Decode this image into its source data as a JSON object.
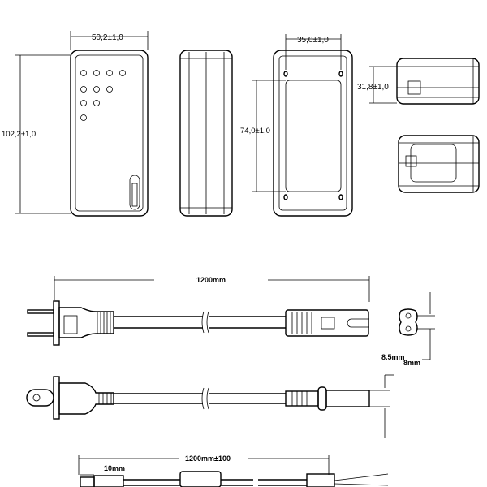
{
  "dimensions": {
    "width_front": "50,2±1,0",
    "height_front": "102,2±1,0",
    "width_back_holes": "35,0±1,0",
    "height_back_label": "74,0±1,0",
    "depth_side": "31,8±1,0",
    "ac_cord_length": "1200mm",
    "ac_connector_width": "8.5mm",
    "ac_connector_thickness": "8mm",
    "dc_cord_length": "1200mm±100",
    "dc_plug_length": "10mm"
  }
}
